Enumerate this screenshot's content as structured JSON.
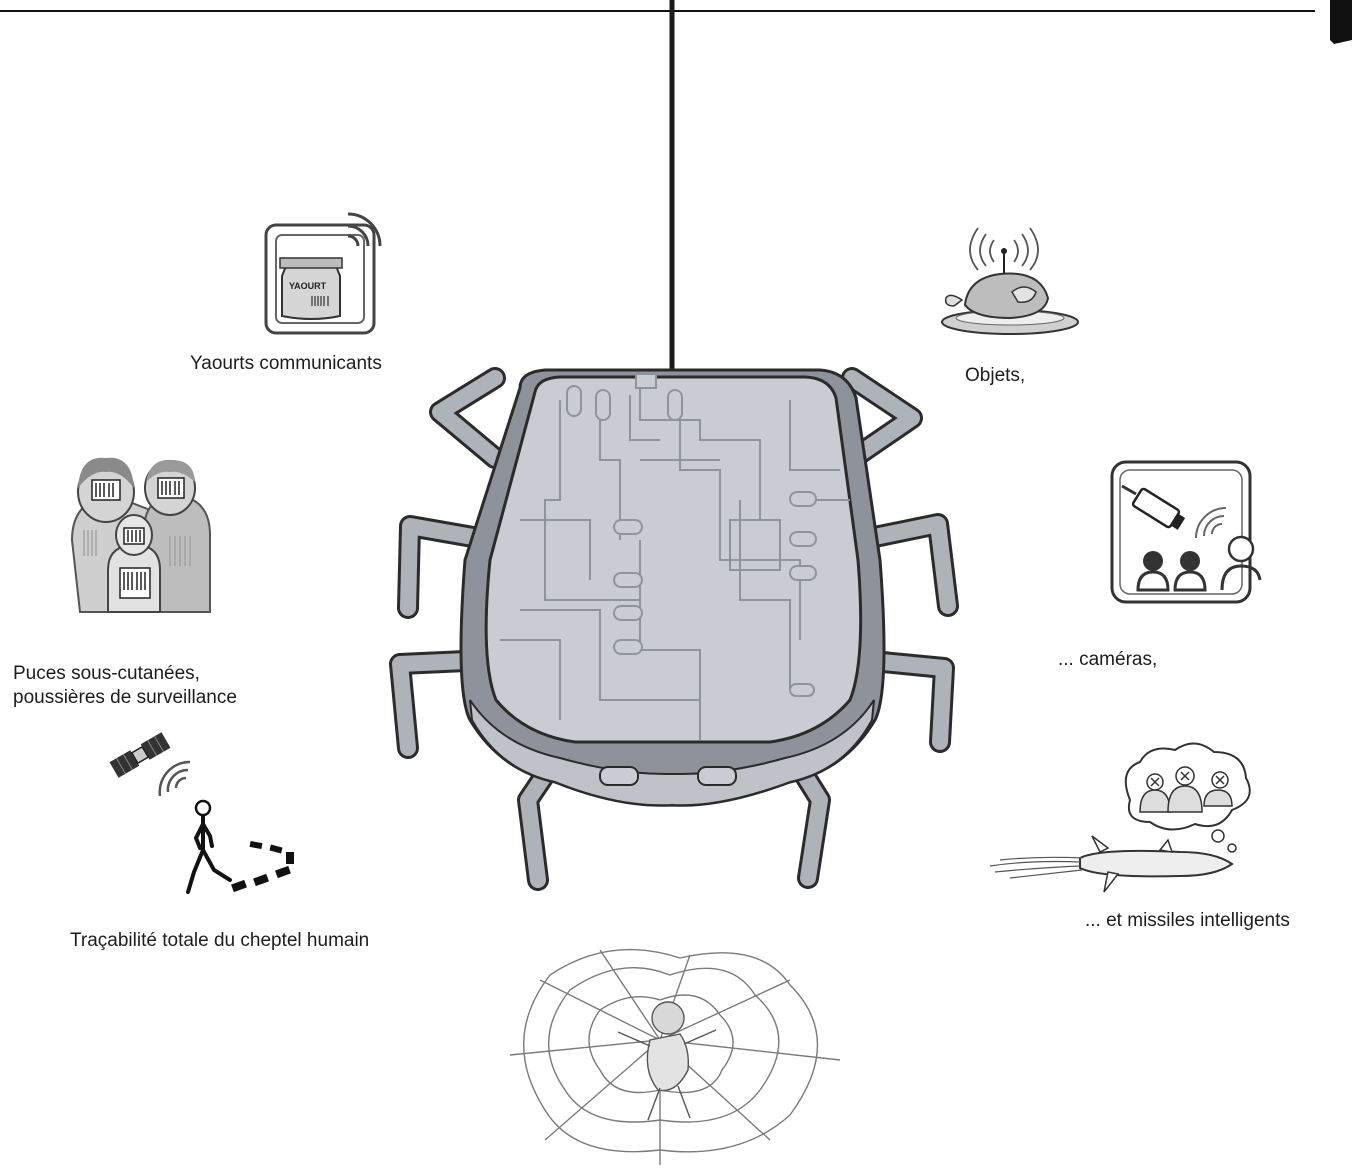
{
  "labels": {
    "yaourts": "Yaourts communicants",
    "puces_line1": "Puces sous-cutanées,",
    "puces_line2": "poussières de surveillance",
    "tracabilite": "Traçabilité totale du cheptel humain",
    "objets": "Objets,",
    "cameras": "... caméras,",
    "missiles": "... et missiles intelligents"
  },
  "yaourt_pot_text": "YAOURT",
  "icons": [
    "yaourt-tag-icon",
    "barcode-people-icon",
    "satellite-walker-icon",
    "rfid-chicken-icon",
    "camera-surveillance-icon",
    "smart-missile-icon",
    "spider-web-figure-icon",
    "chip-bug-icon"
  ],
  "colors": {
    "bug_body": "#9fa3ab",
    "bug_top": "#c5c8ce",
    "bug_outline": "#2b2b2b",
    "legs": "#a9adb5",
    "line": "#1a1a1a"
  }
}
